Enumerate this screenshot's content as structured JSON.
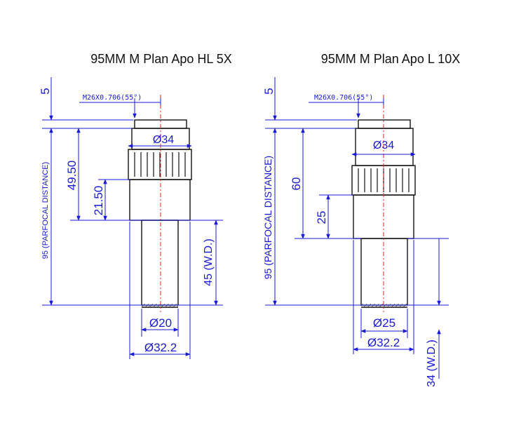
{
  "left": {
    "title": "95MM M Plan Apo HL 5X",
    "thread": "M26X0.706(55°)",
    "dim_top": "5",
    "dia_body": "Ø34",
    "dim_49": "49.50",
    "dim_21": "21.50",
    "parfocal": "95 (PARFOCAL DISTANCE)",
    "wd": "45 (W.D.)",
    "dia_tip": "Ø20",
    "dia_outer": "Ø32.2"
  },
  "right": {
    "title": "95MM M Plan Apo L 10X",
    "thread": "M26X0.706(55°)",
    "dim_top": "5",
    "dia_body": "Ø34",
    "dim_60": "60",
    "dim_25": "25",
    "parfocal": "95 (PARFOCAL DISTANCE)",
    "wd": "34 (W.D.)",
    "dia_tip": "Ø25",
    "dia_outer": "Ø32.2"
  },
  "colors": {
    "outline": "#111111",
    "dimension": "#1a1ad6",
    "centerline": "#e02020"
  }
}
